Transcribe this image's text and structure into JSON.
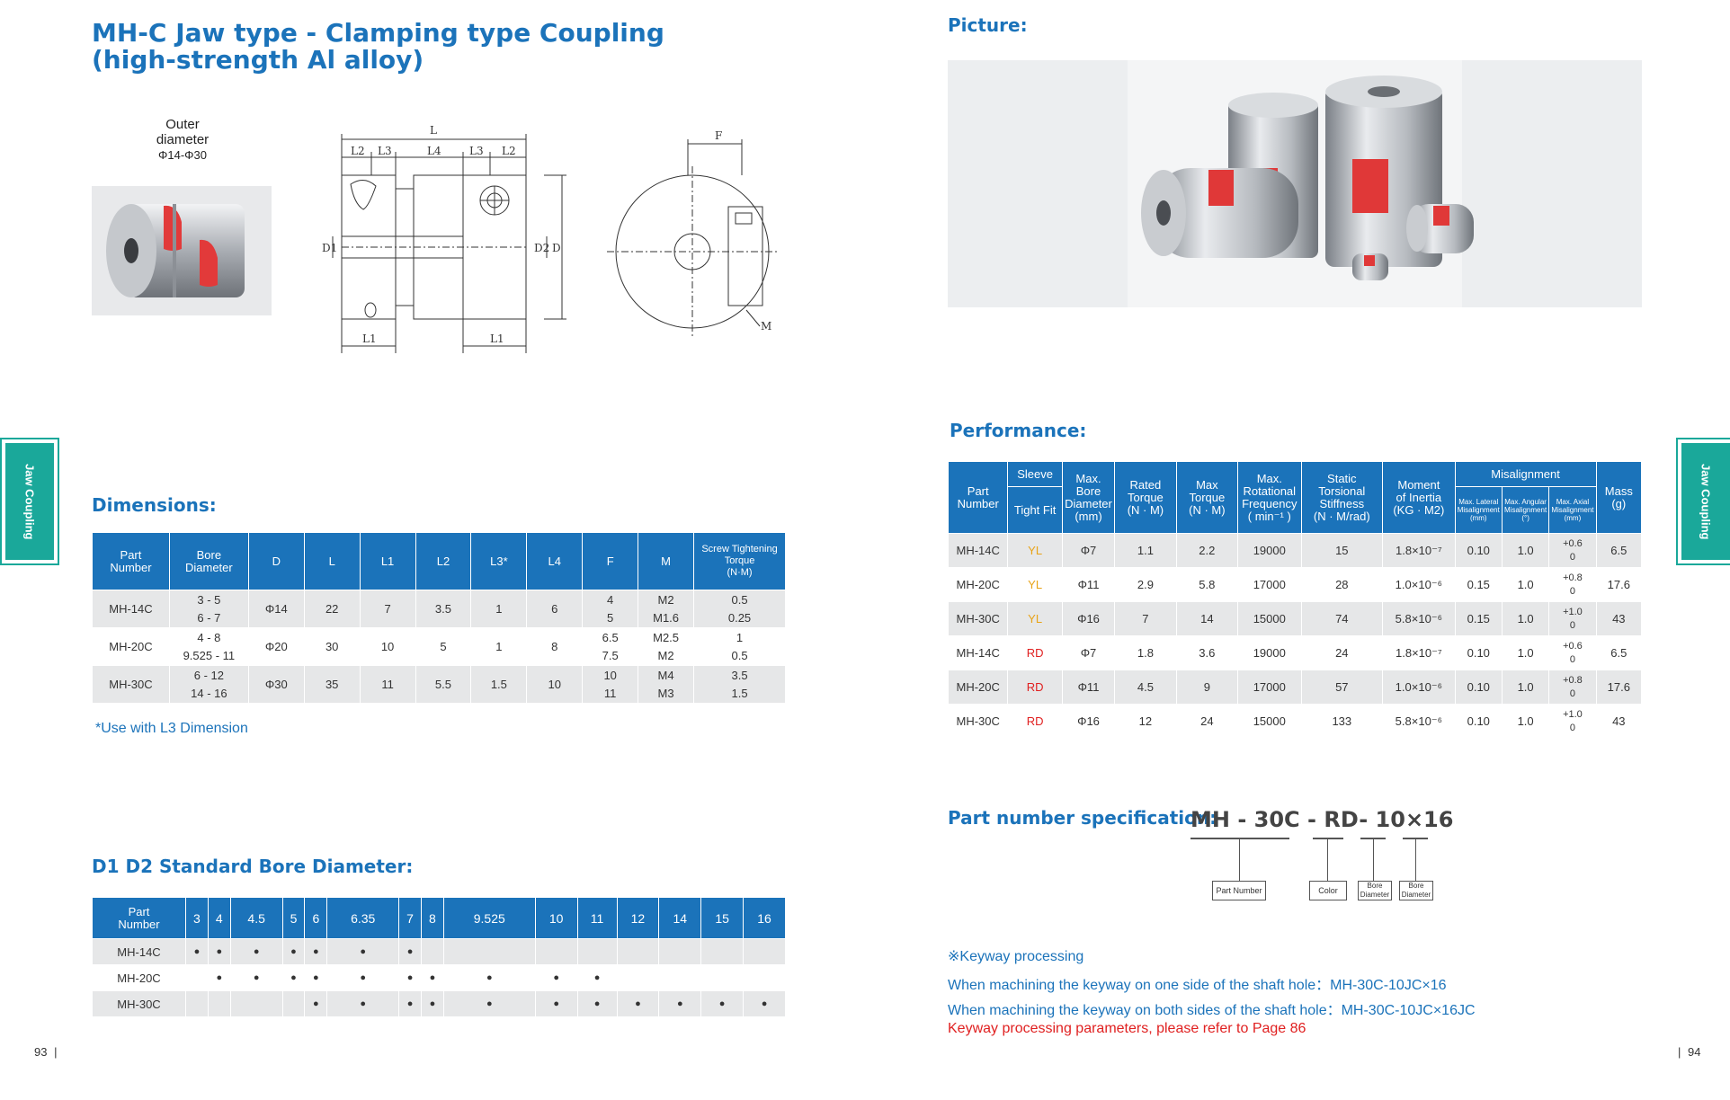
{
  "title": {
    "line1": "MH-C  Jaw type - Clamping type Coupling",
    "line2": "(high-strength Al alloy)"
  },
  "outer_diameter": {
    "label1": "Outer",
    "label2": "diameter",
    "range": "Φ14-Φ30"
  },
  "drawing_labels": {
    "L": "L",
    "L2": "L2",
    "L3": "L3",
    "L4": "L4",
    "L1": "L1",
    "D1": "D1",
    "D2": "D2",
    "D": "D",
    "F": "F",
    "M": "M"
  },
  "sections": {
    "picture": "Picture:",
    "performance": "Performance:",
    "dimensions": "Dimensions:",
    "bore": "D1 D2 Standard Bore Diameter:",
    "part_spec": "Part number specification:"
  },
  "side_tab": "Jaw Coupling",
  "dimensions": {
    "headers": [
      "Part\nNumber",
      "Bore\nDiameter",
      "D",
      "L",
      "L1",
      "L2",
      "L3*",
      "L4",
      "F",
      "M",
      "Screw Tightening\nTorque\n(N·M)"
    ],
    "rows": [
      {
        "part": "MH-14C",
        "bore": [
          "3 - 5",
          "6 - 7"
        ],
        "D": "Φ14",
        "L": "22",
        "L1": "7",
        "L2": "3.5",
        "L3": "1",
        "L4": "6",
        "F": [
          "4",
          "5"
        ],
        "M": [
          "M2",
          "M1.6"
        ],
        "T": [
          "0.5",
          "0.25"
        ]
      },
      {
        "part": "MH-20C",
        "bore": [
          "4 - 8",
          "9.525 - 11"
        ],
        "D": "Φ20",
        "L": "30",
        "L1": "10",
        "L2": "5",
        "L3": "1",
        "L4": "8",
        "F": [
          "6.5",
          "7.5"
        ],
        "M": [
          "M2.5",
          "M2"
        ],
        "T": [
          "1",
          "0.5"
        ]
      },
      {
        "part": "MH-30C",
        "bore": [
          "6 - 12",
          "14 - 16"
        ],
        "D": "Φ30",
        "L": "35",
        "L1": "11",
        "L2": "5.5",
        "L3": "1.5",
        "L4": "10",
        "F": [
          "10",
          "11"
        ],
        "M": [
          "M4",
          "M3"
        ],
        "T": [
          "3.5",
          "1.5"
        ]
      }
    ],
    "note": "*Use with L3 Dimension"
  },
  "bore_table": {
    "header_part": "Part\nNumber",
    "sizes": [
      "3",
      "4",
      "4.5",
      "5",
      "6",
      "6.35",
      "7",
      "8",
      "9.525",
      "10",
      "11",
      "12",
      "14",
      "15",
      "16"
    ],
    "rows": [
      {
        "part": "MH-14C",
        "marks": [
          1,
          1,
          1,
          1,
          1,
          1,
          1,
          0,
          0,
          0,
          0,
          0,
          0,
          0,
          0
        ]
      },
      {
        "part": "MH-20C",
        "marks": [
          0,
          1,
          1,
          1,
          1,
          1,
          1,
          1,
          1,
          1,
          1,
          0,
          0,
          0,
          0
        ]
      },
      {
        "part": "MH-30C",
        "marks": [
          0,
          0,
          0,
          0,
          1,
          1,
          1,
          1,
          1,
          1,
          1,
          1,
          1,
          1,
          1
        ]
      }
    ],
    "dot": "●"
  },
  "performance": {
    "headers": {
      "part": "Part\nNumber",
      "sleeve": "Sleeve",
      "tight_fit": "Tight Fit",
      "max_bore": "Max.\nBore\nDiameter\n(mm)",
      "rated": "Rated\nTorque\n(N · M)",
      "max_torque": "Max\nTorque\n(N · M)",
      "max_rot": "Max.\nRotational\nFrequency\n( min⁻¹ )",
      "static": "Static\nTorsional\nStiffness\n(N · M/rad)",
      "inertia": "Moment\nof Inertia\n(KG · M2)",
      "misalign": "Misalignment",
      "lateral": "Max. Lateral\nMisalignment\n(mm)",
      "angular": "Max. Angular\nMisalignment\n(°)",
      "axial": "Max. Axial\nMisalignment\n(mm)",
      "mass": "Mass\n(g)"
    },
    "rows": [
      {
        "part": "MH-14C",
        "sleeve": "YL",
        "bore": "Φ7",
        "rated": "1.1",
        "max": "2.2",
        "rot": "19000",
        "stiff": "15",
        "inertia": "1.8×10⁻⁷",
        "lat": "0.10",
        "ang": "1.0",
        "ax_top": "+0.6",
        "ax_bot": "0",
        "mass": "6.5"
      },
      {
        "part": "MH-20C",
        "sleeve": "YL",
        "bore": "Φ11",
        "rated": "2.9",
        "max": "5.8",
        "rot": "17000",
        "stiff": "28",
        "inertia": "1.0×10⁻⁶",
        "lat": "0.15",
        "ang": "1.0",
        "ax_top": "+0.8",
        "ax_bot": "0",
        "mass": "17.6"
      },
      {
        "part": "MH-30C",
        "sleeve": "YL",
        "bore": "Φ16",
        "rated": "7",
        "max": "14",
        "rot": "15000",
        "stiff": "74",
        "inertia": "5.8×10⁻⁶",
        "lat": "0.15",
        "ang": "1.0",
        "ax_top": "+1.0",
        "ax_bot": "0",
        "mass": "43"
      },
      {
        "part": "MH-14C",
        "sleeve": "RD",
        "bore": "Φ7",
        "rated": "1.8",
        "max": "3.6",
        "rot": "19000",
        "stiff": "24",
        "inertia": "1.8×10⁻⁷",
        "lat": "0.10",
        "ang": "1.0",
        "ax_top": "+0.6",
        "ax_bot": "0",
        "mass": "6.5"
      },
      {
        "part": "MH-20C",
        "sleeve": "RD",
        "bore": "Φ11",
        "rated": "4.5",
        "max": "9",
        "rot": "17000",
        "stiff": "57",
        "inertia": "1.0×10⁻⁶",
        "lat": "0.10",
        "ang": "1.0",
        "ax_top": "+0.8",
        "ax_bot": "0",
        "mass": "17.6"
      },
      {
        "part": "MH-30C",
        "sleeve": "RD",
        "bore": "Φ16",
        "rated": "12",
        "max": "24",
        "rot": "15000",
        "stiff": "133",
        "inertia": "5.8×10⁻⁶",
        "lat": "0.10",
        "ang": "1.0",
        "ax_top": "+1.0",
        "ax_bot": "0",
        "mass": "43"
      }
    ]
  },
  "part_spec": {
    "code": [
      "MH",
      "-",
      "30C",
      "-",
      "RD",
      "-",
      "10×16"
    ],
    "boxes": [
      "Part Number",
      "Color",
      "Bore\nDiameter",
      "Bore\nDiameter"
    ]
  },
  "keyway": {
    "title": "※Keyway processing",
    "line1": "When machining the keyway on one side of the shaft hole：MH-30C-10JC×16",
    "line2": "When machining the keyway on both sides of the shaft hole：MH-30C-10JC×16JC",
    "line3": "Keyway processing parameters, please refer to Page 86"
  },
  "pages": {
    "left": "93",
    "right": "94"
  },
  "colors": {
    "blue": "#1b73ba",
    "teal": "#1aa89a",
    "red": "#e02020",
    "yellow": "#e8a317",
    "row_alt": "#e6e7e8"
  }
}
